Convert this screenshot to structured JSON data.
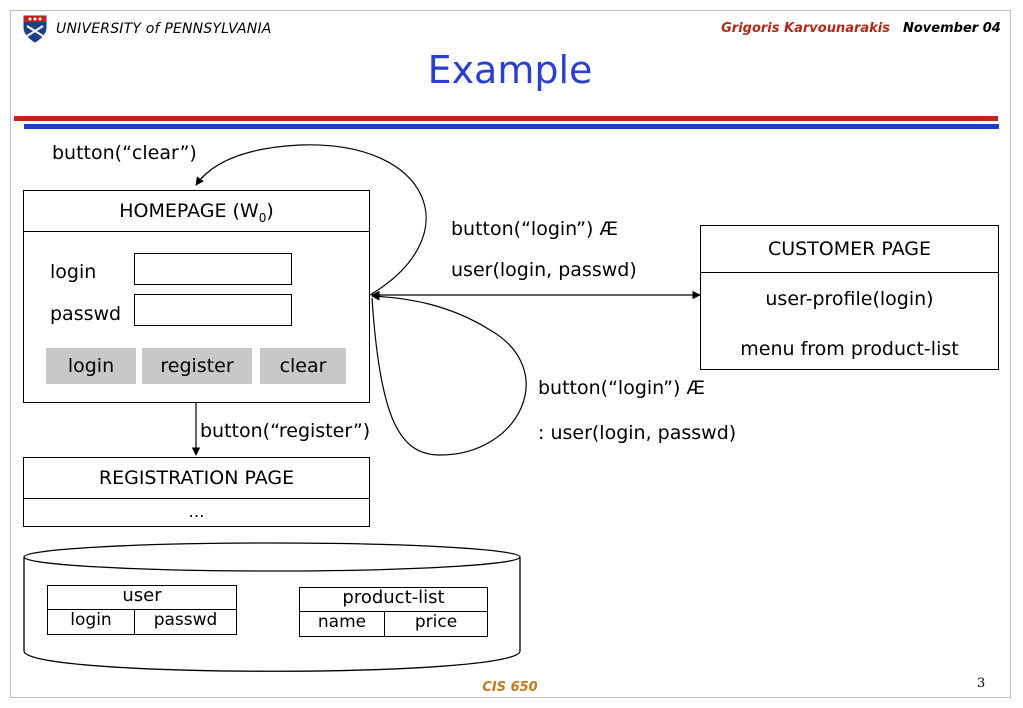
{
  "header": {
    "university": "UNIVERSITY of PENNSYLVANIA",
    "author": "Grigoris Karvounarakis",
    "date": "November 04",
    "title": "Example"
  },
  "colors": {
    "title_blue": "#2a3fd1",
    "author_red": "#b02a1a",
    "rule_red": "#c0231b",
    "rule_blue": "#1f3bd6",
    "button_gray": "#c8c8c8",
    "footer_gold": "#c07a1f",
    "logo_blue": "#1d3f8a"
  },
  "diagram": {
    "homepage": {
      "title": "HOMEPAGE (W",
      "subscript": "0",
      "title_close": ")",
      "login_label": "login",
      "passwd_label": "passwd",
      "buttons": [
        "login",
        "register",
        "clear"
      ]
    },
    "customer_page": {
      "title": "CUSTOMER PAGE",
      "line1": "user-profile(login)",
      "line2": "menu from product-list"
    },
    "registration_page": {
      "title": "REGISTRATION PAGE",
      "body": "…"
    },
    "edges": {
      "clear": "button(“clear”)",
      "login_top_1": "button(“login”) Æ",
      "login_top_2": "user(login, passwd)",
      "login_bottom_1": "button(“login”) Æ",
      "login_bottom_2": ": user(login, passwd)",
      "register": "button(“register”)"
    },
    "database": {
      "user_table": {
        "name": "user",
        "columns": [
          "login",
          "passwd"
        ]
      },
      "product_table": {
        "name": "product-list",
        "columns": [
          "name",
          "price"
        ]
      }
    }
  },
  "footer": {
    "course": "CIS 650",
    "page": "3"
  }
}
